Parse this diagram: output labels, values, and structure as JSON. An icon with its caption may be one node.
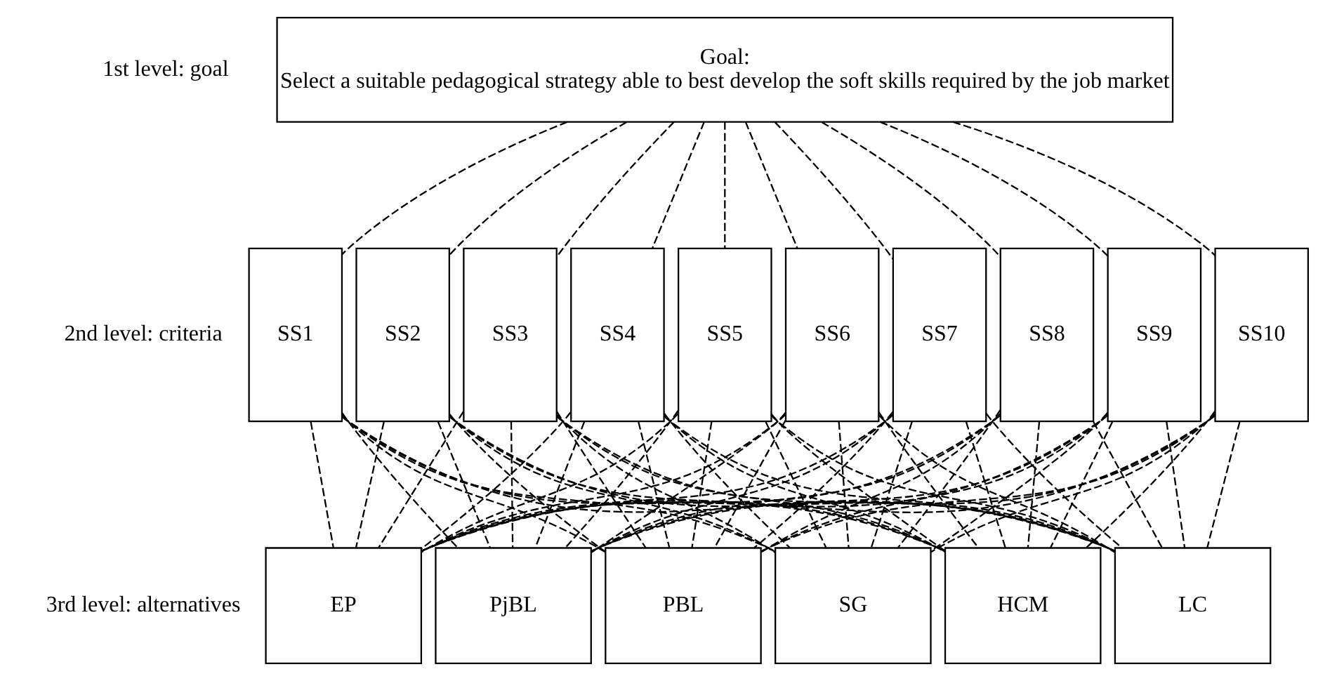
{
  "diagram": {
    "nodes": [
      {
        "text": [
          "Goal:",
          "Select a suitable pedagogical strategy able to best develop the soft skills required by the job market"
        ]
      },
      {
        "text": [
          "SS1"
        ]
      },
      {
        "text": [
          "SS2"
        ]
      },
      {
        "text": [
          "SS3"
        ]
      },
      {
        "text": [
          "SS4"
        ]
      },
      {
        "text": [
          "SS5"
        ]
      },
      {
        "text": [
          "SS6"
        ]
      },
      {
        "text": [
          "SS7"
        ]
      },
      {
        "text": [
          "SS8"
        ]
      },
      {
        "text": [
          "SS9"
        ]
      },
      {
        "text": [
          "SS10"
        ]
      },
      {
        "text": [
          "EP"
        ]
      },
      {
        "text": [
          "PjBL"
        ]
      },
      {
        "text": [
          "PBL"
        ]
      },
      {
        "text": [
          "SG"
        ]
      },
      {
        "text": [
          "HCM"
        ]
      },
      {
        "text": [
          "LC"
        ]
      }
    ],
    "edges": [
      {
        "from": 0,
        "to": 1,
        "arrow": "none",
        "style": "dashed"
      },
      {
        "from": 0,
        "to": 2,
        "arrow": "none",
        "style": "dashed"
      },
      {
        "from": 0,
        "to": 3,
        "arrow": "none",
        "style": "dashed"
      },
      {
        "from": 0,
        "to": 4,
        "arrow": "none",
        "style": "dashed"
      },
      {
        "from": 0,
        "to": 5,
        "arrow": "none",
        "style": "dashed"
      },
      {
        "from": 0,
        "to": 6,
        "arrow": "none",
        "style": "dashed"
      },
      {
        "from": 0,
        "to": 7,
        "arrow": "none",
        "style": "dashed"
      },
      {
        "from": 0,
        "to": 8,
        "arrow": "none",
        "style": "dashed"
      },
      {
        "from": 0,
        "to": 9,
        "arrow": "none",
        "style": "dashed"
      },
      {
        "from": 0,
        "to": 10,
        "arrow": "none",
        "style": "dashed"
      },
      {
        "from": 1,
        "to": 11,
        "arrow": "none",
        "style": "dashed"
      },
      {
        "from": 1,
        "to": 12,
        "arrow": "none",
        "style": "dashed"
      },
      {
        "from": 1,
        "to": 13,
        "arrow": "none",
        "style": "dashed"
      },
      {
        "from": 1,
        "to": 14,
        "arrow": "none",
        "style": "dashed"
      },
      {
        "from": 1,
        "to": 15,
        "arrow": "none",
        "style": "dashed"
      },
      {
        "from": 1,
        "to": 16,
        "arrow": "none",
        "style": "dashed"
      },
      {
        "from": 2,
        "to": 11,
        "arrow": "none",
        "style": "dashed"
      },
      {
        "from": 2,
        "to": 12,
        "arrow": "none",
        "style": "dashed"
      },
      {
        "from": 2,
        "to": 13,
        "arrow": "none",
        "style": "dashed"
      },
      {
        "from": 2,
        "to": 14,
        "arrow": "none",
        "style": "dashed"
      },
      {
        "from": 2,
        "to": 15,
        "arrow": "none",
        "style": "dashed"
      },
      {
        "from": 2,
        "to": 16,
        "arrow": "none",
        "style": "dashed"
      },
      {
        "from": 3,
        "to": 11,
        "arrow": "none",
        "style": "dashed"
      },
      {
        "from": 3,
        "to": 12,
        "arrow": "none",
        "style": "dashed"
      },
      {
        "from": 3,
        "to": 13,
        "arrow": "none",
        "style": "dashed"
      },
      {
        "from": 3,
        "to": 14,
        "arrow": "none",
        "style": "dashed"
      },
      {
        "from": 3,
        "to": 15,
        "arrow": "none",
        "style": "dashed"
      },
      {
        "from": 3,
        "to": 16,
        "arrow": "none",
        "style": "dashed"
      },
      {
        "from": 4,
        "to": 11,
        "arrow": "none",
        "style": "dashed"
      },
      {
        "from": 4,
        "to": 12,
        "arrow": "none",
        "style": "dashed"
      },
      {
        "from": 4,
        "to": 13,
        "arrow": "none",
        "style": "dashed"
      },
      {
        "from": 4,
        "to": 14,
        "arrow": "none",
        "style": "dashed"
      },
      {
        "from": 4,
        "to": 15,
        "arrow": "none",
        "style": "dashed"
      },
      {
        "from": 4,
        "to": 16,
        "arrow": "none",
        "style": "dashed"
      },
      {
        "from": 5,
        "to": 11,
        "arrow": "none",
        "style": "dashed"
      },
      {
        "from": 5,
        "to": 12,
        "arrow": "none",
        "style": "dashed"
      },
      {
        "from": 5,
        "to": 13,
        "arrow": "none",
        "style": "dashed"
      },
      {
        "from": 5,
        "to": 14,
        "arrow": "none",
        "style": "dashed"
      },
      {
        "from": 5,
        "to": 15,
        "arrow": "none",
        "style": "dashed"
      },
      {
        "from": 5,
        "to": 16,
        "arrow": "none",
        "style": "dashed"
      },
      {
        "from": 6,
        "to": 11,
        "arrow": "none",
        "style": "dashed"
      },
      {
        "from": 6,
        "to": 12,
        "arrow": "none",
        "style": "dashed"
      },
      {
        "from": 6,
        "to": 13,
        "arrow": "none",
        "style": "dashed"
      },
      {
        "from": 6,
        "to": 14,
        "arrow": "none",
        "style": "dashed"
      },
      {
        "from": 6,
        "to": 15,
        "arrow": "none",
        "style": "dashed"
      },
      {
        "from": 6,
        "to": 16,
        "arrow": "none",
        "style": "dashed"
      },
      {
        "from": 7,
        "to": 11,
        "arrow": "none",
        "style": "dashed"
      },
      {
        "from": 7,
        "to": 12,
        "arrow": "none",
        "style": "dashed"
      },
      {
        "from": 7,
        "to": 13,
        "arrow": "none",
        "style": "dashed"
      },
      {
        "from": 7,
        "to": 14,
        "arrow": "none",
        "style": "dashed"
      },
      {
        "from": 7,
        "to": 15,
        "arrow": "none",
        "style": "dashed"
      },
      {
        "from": 7,
        "to": 16,
        "arrow": "none",
        "style": "dashed"
      },
      {
        "from": 8,
        "to": 11,
        "arrow": "none",
        "style": "dashed"
      },
      {
        "from": 8,
        "to": 12,
        "arrow": "none",
        "style": "dashed"
      },
      {
        "from": 8,
        "to": 13,
        "arrow": "none",
        "style": "dashed"
      },
      {
        "from": 8,
        "to": 14,
        "arrow": "none",
        "style": "dashed"
      },
      {
        "from": 8,
        "to": 15,
        "arrow": "none",
        "style": "dashed"
      },
      {
        "from": 8,
        "to": 16,
        "arrow": "none",
        "style": "dashed"
      },
      {
        "from": 9,
        "to": 11,
        "arrow": "none",
        "style": "dashed"
      },
      {
        "from": 9,
        "to": 12,
        "arrow": "none",
        "style": "dashed"
      },
      {
        "from": 9,
        "to": 13,
        "arrow": "none",
        "style": "dashed"
      },
      {
        "from": 9,
        "to": 14,
        "arrow": "none",
        "style": "dashed"
      },
      {
        "from": 9,
        "to": 15,
        "arrow": "none",
        "style": "dashed"
      },
      {
        "from": 9,
        "to": 16,
        "arrow": "none",
        "style": "dashed"
      },
      {
        "from": 10,
        "to": 11,
        "arrow": "none",
        "style": "dashed"
      },
      {
        "from": 10,
        "to": 12,
        "arrow": "none",
        "style": "dashed"
      },
      {
        "from": 10,
        "to": 13,
        "arrow": "none",
        "style": "dashed"
      },
      {
        "from": 10,
        "to": 14,
        "arrow": "none",
        "style": "dashed"
      },
      {
        "from": 10,
        "to": 15,
        "arrow": "none",
        "style": "dashed"
      },
      {
        "from": 10,
        "to": 16,
        "arrow": "none",
        "style": "dashed"
      }
    ],
    "labels": [
      "1st level: goal",
      "2nd level: criteria",
      "3rd level: alternatives"
    ]
  }
}
